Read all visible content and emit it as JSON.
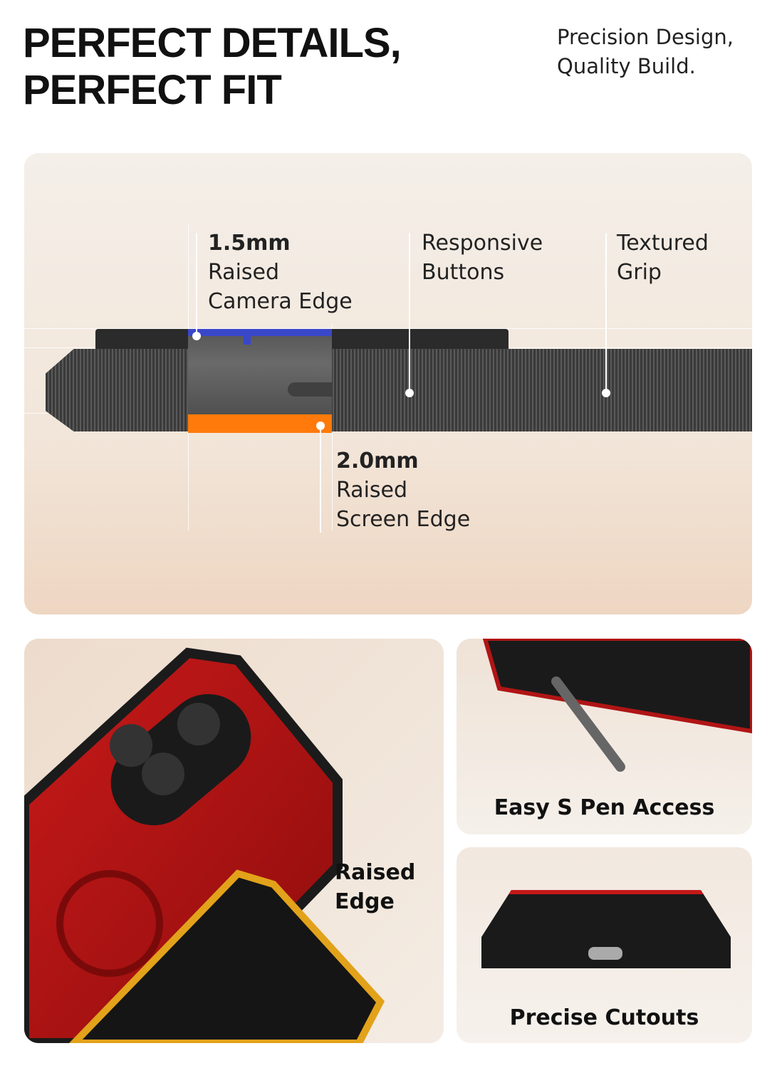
{
  "header": {
    "title_line1": "PERFECT DETAILS,",
    "title_line2": "PERFECT FIT",
    "subtitle_line1": "Precision Design,",
    "subtitle_line2": "Quality Build."
  },
  "diagram": {
    "camera_edge": {
      "value": "1.5mm",
      "line1": "Raised",
      "line2": "Camera Edge"
    },
    "buttons": {
      "line1": "Responsive",
      "line2": "Buttons"
    },
    "grip": {
      "line1": "Textured",
      "line2": "Grip"
    },
    "screen_edge": {
      "value": "2.0mm",
      "line1": "Raised",
      "line2": "Screen Edge"
    },
    "colors": {
      "camera": "#3a47c9",
      "screen": "#ff7a0a"
    }
  },
  "cards": {
    "raised_edge": {
      "line1": "Raised",
      "line2": "Edge"
    },
    "spen": {
      "caption": "Easy S Pen Access"
    },
    "cutouts": {
      "caption": "Precise Cutouts"
    }
  }
}
